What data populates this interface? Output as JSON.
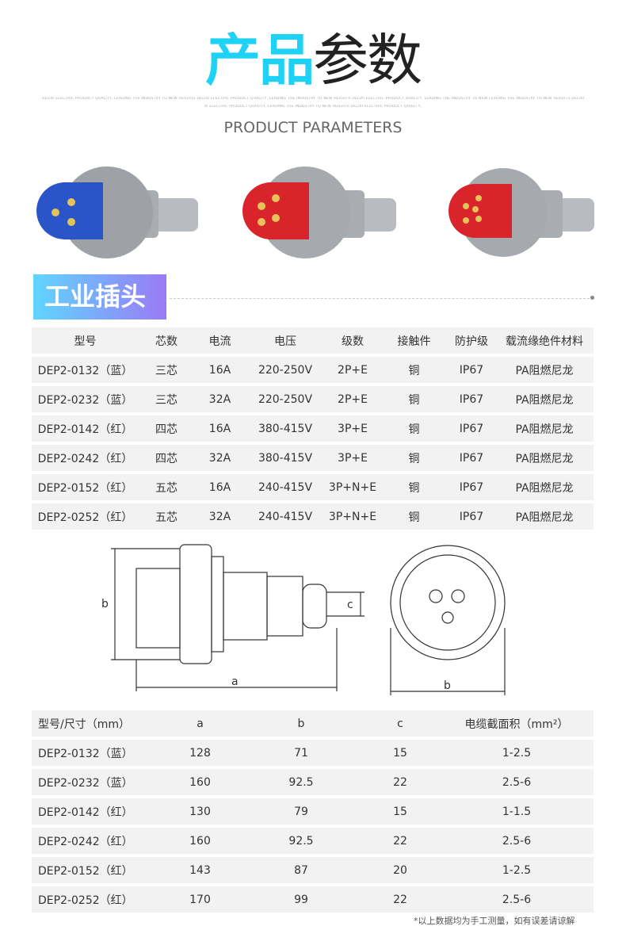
{
  "header": {
    "title_colored": "产品",
    "title_plain": "参数",
    "tagline_1": "DELIXI ELECTRIC PRODUCT QUALITY, LEADING THE INDUSTRY TO NEW HEIGHTS DELIXI ELECTRIC PRODUCT QUALITY, LEADING THE INDUSTRY TO NEW HEIGHTS DELIXI ELECTRIC PRODUCT QUALITY, LEADING THE INDUSTRY TO NEW LEADING THE INDUSTRY TO NEW HEIGHTS DELIXI",
    "tagline_2": "XI ELECTRIC PRODUCT QUALITY, LEADING THE INDUSTRY TO NEW HEIGHTS DELIXI ELECTRIC PRODUCT QUALITY,",
    "subtitle": "PRODUCT PARAMETERS"
  },
  "products": [
    {
      "color": "#2a55c8"
    },
    {
      "color": "#d8242a"
    },
    {
      "color": "#d8242a"
    }
  ],
  "section": {
    "title": "工业插头"
  },
  "spec_table": {
    "headers": [
      "型号",
      "芯数",
      "电流",
      "电压",
      "级数",
      "接触件",
      "防护级",
      "载流缘绝件材料"
    ],
    "rows": [
      [
        "DEP2-0132（蓝）",
        "三芯",
        "16A",
        "220-250V",
        "2P+E",
        "铜",
        "IP67",
        "PA阻燃尼龙"
      ],
      [
        "DEP2-0232（蓝）",
        "三芯",
        "32A",
        "220-250V",
        "2P+E",
        "铜",
        "IP67",
        "PA阻燃尼龙"
      ],
      [
        "DEP2-0142（红）",
        "四芯",
        "16A",
        "380-415V",
        "3P+E",
        "铜",
        "IP67",
        "PA阻燃尼龙"
      ],
      [
        "DEP2-0242（红）",
        "四芯",
        "32A",
        "380-415V",
        "3P+E",
        "铜",
        "IP67",
        "PA阻燃尼龙"
      ],
      [
        "DEP2-0152（红）",
        "五芯",
        "16A",
        "240-415V",
        "3P+N+E",
        "铜",
        "IP67",
        "PA阻燃尼龙"
      ],
      [
        "DEP2-0252（红）",
        "五芯",
        "32A",
        "240-415V",
        "3P+N+E",
        "铜",
        "IP67",
        "PA阻燃尼龙"
      ]
    ]
  },
  "diagram": {
    "label_a": "a",
    "label_b": "b",
    "label_c": "c",
    "label_b2": "b"
  },
  "dim_table": {
    "headers": [
      "型号/尺寸（mm）",
      "a",
      "b",
      "c",
      "电缆截面积（mm²）"
    ],
    "rows": [
      [
        "DEP2-0132（蓝）",
        "128",
        "71",
        "15",
        "1-2.5"
      ],
      [
        "DEP2-0232（蓝）",
        "160",
        "92.5",
        "22",
        "2.5-6"
      ],
      [
        "DEP2-0142（红）",
        "130",
        "79",
        "15",
        "1-1.5"
      ],
      [
        "DEP2-0242（红）",
        "160",
        "92.5",
        "22",
        "2.5-6"
      ],
      [
        "DEP2-0152（红）",
        "143",
        "87",
        "20",
        "1-2.5"
      ],
      [
        "DEP2-0252（红）",
        "170",
        "99",
        "22",
        "2.5-6"
      ]
    ]
  },
  "note": "*以上数据均为手工测量，如有误差请谅解"
}
